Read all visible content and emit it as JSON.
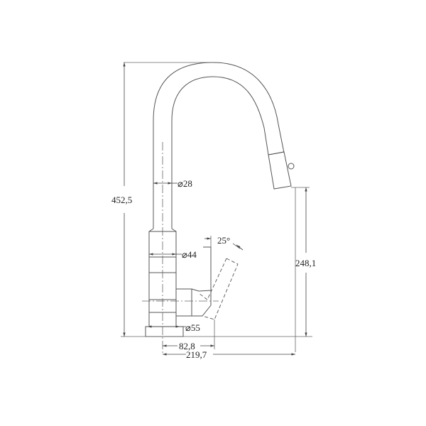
{
  "drawing": {
    "subject": "pull-out kitchen faucet side elevation",
    "line_color": "#555555",
    "background": "#ffffff",
    "dimensions": {
      "overall_height": "452,5",
      "spout_diameter": "⌀28",
      "body_diameter": "⌀44",
      "base_diameter": "⌀55",
      "outlet_height": "248,1",
      "handle_angle": "25°",
      "handle_reach": "82,8",
      "spout_reach": "219,7"
    }
  }
}
